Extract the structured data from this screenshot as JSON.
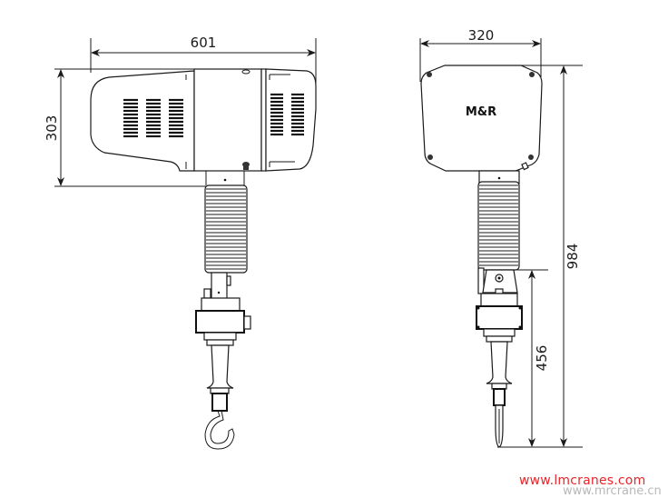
{
  "drawing": {
    "title": "",
    "side_view": {
      "width_dimension": "601",
      "height_dimension": "303"
    },
    "front_view": {
      "width_dimension": "320",
      "total_height_dimension": "984",
      "lower_height_dimension": "456",
      "brand_label": "M&R"
    },
    "icons": [
      "arrow-icon",
      "hook-icon",
      "coil-spring-icon",
      "vent-slot-icon",
      "bolt-icon"
    ],
    "colors": {
      "line": "#1a1a1a",
      "background": "#ffffff",
      "watermark_primary": "#e8262a",
      "watermark_secondary": "#b8b8b8"
    }
  },
  "watermarks": {
    "primary": "www.lmcranes.com",
    "secondary": "www.mrcrane.cn"
  }
}
